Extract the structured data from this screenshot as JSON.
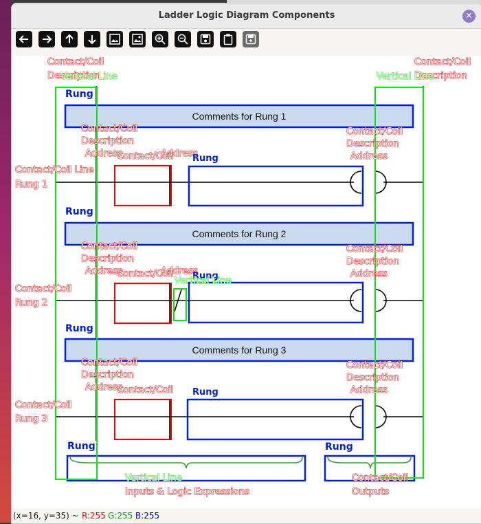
{
  "window": {
    "title": "Ladder Logic Diagram Components"
  },
  "toolbar": {
    "buttons": [
      {
        "icon": "arrow-left-icon"
      },
      {
        "icon": "arrow-right-icon"
      },
      {
        "icon": "arrow-up-icon"
      },
      {
        "icon": "arrow-down-icon"
      },
      {
        "icon": "image-icon"
      },
      {
        "icon": "image-settings-icon"
      },
      {
        "icon": "zoom-in-icon"
      },
      {
        "icon": "zoom-out-icon"
      },
      {
        "icon": "save-icon"
      },
      {
        "icon": "clipboard-icon"
      },
      {
        "icon": "save-as-icon"
      }
    ]
  },
  "diagram": {
    "comments": [
      "Comments for Rung 1",
      "Comments for Rung 2",
      "Comments for Rung 3"
    ],
    "labels": {
      "contact_coil": "Contact/Coil",
      "contact_coil_line": "Contact/Coil Line",
      "vertical_line": "Vertical Line",
      "rung": "Rung",
      "address": "Address",
      "description": "Description",
      "rung_1": "Rung 1",
      "rung_2": "Rung 2",
      "rung_3": "Rung 3",
      "inputs": "Inputs & Logic Expressions",
      "outputs": "Outputs"
    },
    "colors": {
      "contact_coil": "#ff0000",
      "vertical_line": "#00ee00",
      "rung": "#0020dd",
      "comment_fill": "#c9d9ee"
    }
  },
  "status": {
    "coords": "(x=16, y=35) ~",
    "r": "R:255",
    "g": "G:255",
    "b": "B:255"
  }
}
